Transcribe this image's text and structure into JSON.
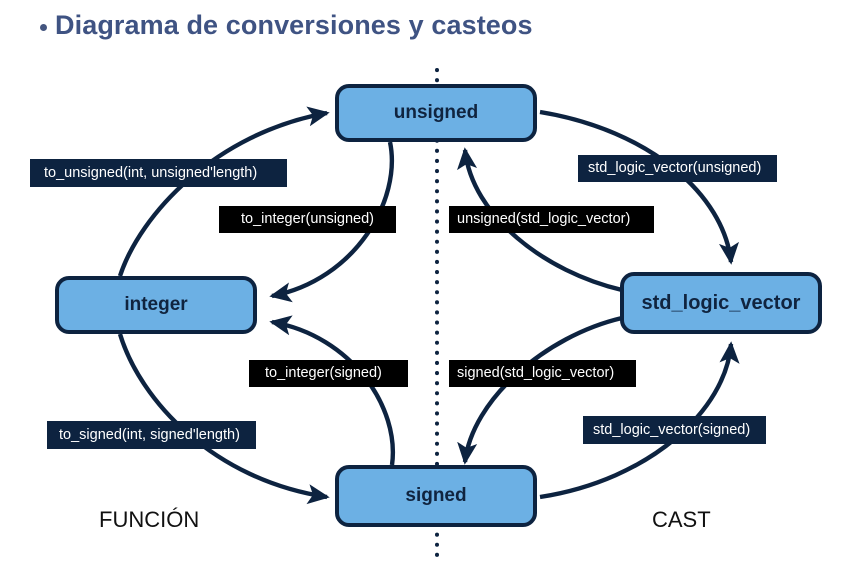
{
  "title": {
    "bullet": "•",
    "text": "Diagrama de conversiones y casteos"
  },
  "colors": {
    "title_text": "#3f5383",
    "node_fill": "#6cb0e4",
    "node_border": "#0d2340",
    "arrow": "#0d2340",
    "label_navy_bg": "#0d2340",
    "label_black_bg": "#000000",
    "label_text": "#ffffff",
    "divider": "#0d2340",
    "legend_text": "#111111",
    "background": "#ffffff"
  },
  "nodes": [
    {
      "id": "unsigned",
      "label": "unsigned"
    },
    {
      "id": "integer",
      "label": "integer"
    },
    {
      "id": "std_logic_vector",
      "label": "std_logic_vector"
    },
    {
      "id": "signed",
      "label": "signed"
    }
  ],
  "edges": [
    {
      "id": "to_unsigned",
      "label": "to_unsigned(int, unsigned'length)",
      "from": "integer",
      "to": "unsigned",
      "style": "navy",
      "side": "function"
    },
    {
      "id": "to_integer_uns",
      "label": "to_integer(unsigned)",
      "from": "unsigned",
      "to": "integer",
      "style": "black",
      "side": "function"
    },
    {
      "id": "unsigned_from_slv",
      "label": "unsigned(std_logic_vector)",
      "from": "std_logic_vector",
      "to": "unsigned",
      "style": "black",
      "side": "cast"
    },
    {
      "id": "slv_from_unsigned",
      "label": "std_logic_vector(unsigned)",
      "from": "unsigned",
      "to": "std_logic_vector",
      "style": "navy",
      "side": "cast"
    },
    {
      "id": "to_integer_sgn",
      "label": "to_integer(signed)",
      "from": "signed",
      "to": "integer",
      "style": "black",
      "side": "function"
    },
    {
      "id": "signed_from_slv",
      "label": "signed(std_logic_vector)",
      "from": "std_logic_vector",
      "to": "signed",
      "style": "black",
      "side": "cast"
    },
    {
      "id": "to_signed",
      "label": "to_signed(int, signed'length)",
      "from": "integer",
      "to": "signed",
      "style": "navy",
      "side": "function"
    },
    {
      "id": "slv_from_signed",
      "label": "std_logic_vector(signed)",
      "from": "signed",
      "to": "std_logic_vector",
      "style": "navy",
      "side": "cast"
    }
  ],
  "legend": {
    "left": "FUNCIÓN",
    "right": "CAST"
  },
  "divider": {
    "style": "dotted-vertical"
  }
}
